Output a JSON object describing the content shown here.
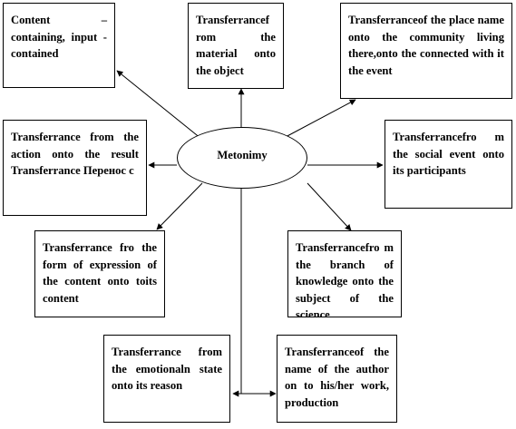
{
  "center": {
    "label": "Metonimy"
  },
  "boxes": {
    "content_containing": {
      "text": "Content – containing, input - contained"
    },
    "material_object": {
      "text": "Transferrancef rom the material onto the object"
    },
    "place_community": {
      "text": "Transferranceof the place name onto the community living there,onto the connected with it the event"
    },
    "action_result": {
      "text": "Transferrance from the action onto the result Transferrance Перенос с"
    },
    "social_event": {
      "text": "Transferrancefro m the social event onto its participants"
    },
    "form_expression": {
      "text": "Transferrance fro the form of expression of the content onto toits content"
    },
    "branch_knowledge": {
      "text": "Transferrancefro m the branch of knowledge onto the subject of the science"
    },
    "emotional_state": {
      "text": "Transferrance from the emotionaln state onto its reason"
    },
    "author_work": {
      "text": "Transferranceof the name of the author on to his/her work, production"
    }
  }
}
